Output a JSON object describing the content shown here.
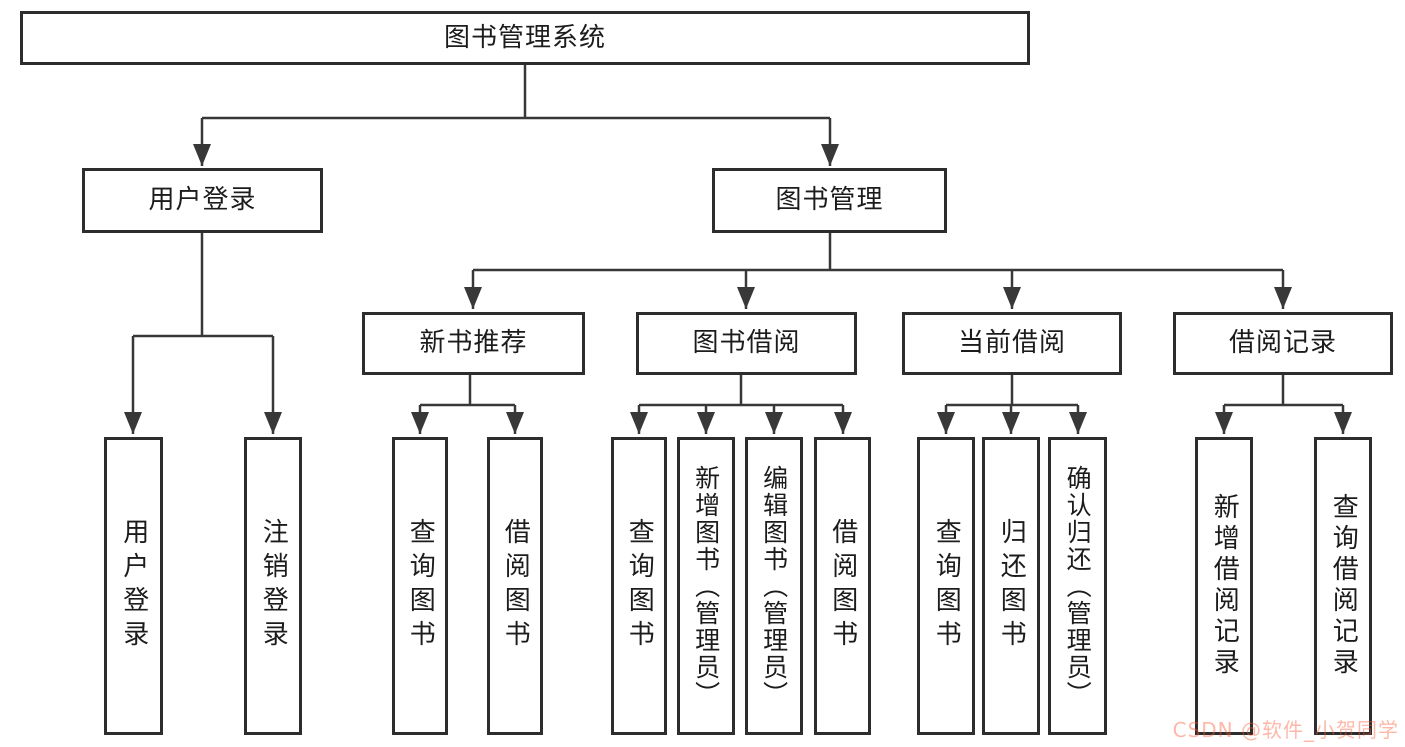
{
  "diagram": {
    "type": "hierarchy",
    "line_color": "#383838",
    "border_color": "#2d2d2d",
    "background_color": "#ffffff",
    "watermark": {
      "text": "CSDN @软件_小贺同学",
      "color": "#fc5531"
    },
    "nodes": {
      "root": {
        "label": "图书管理系统"
      },
      "user_login": {
        "label": "用户登录"
      },
      "book_mgmt": {
        "label": "图书管理"
      },
      "new_book_rec": {
        "label": "新书推荐"
      },
      "book_borrow": {
        "label": "图书借阅"
      },
      "current_borrow": {
        "label": "当前借阅"
      },
      "borrow_records": {
        "label": "借阅记录"
      },
      "login_leaf": {
        "label": "用户登录"
      },
      "logout_leaf": {
        "label": "注销登录"
      },
      "rec_query_books": {
        "label": "查询图书"
      },
      "rec_borrow_books": {
        "label": "借阅图书"
      },
      "bb_query_books": {
        "label": "查询图书"
      },
      "bb_add_books": {
        "label": "新增图书（管理员）"
      },
      "bb_edit_books": {
        "label": "编辑图书（管理员）"
      },
      "bb_borrow_books": {
        "label": "借阅图书"
      },
      "cb_query_books": {
        "label": "查询图书"
      },
      "cb_return_books": {
        "label": "归还图书"
      },
      "cb_confirm_return": {
        "label": "确认归还（管理员）"
      },
      "br_add_record": {
        "label": "新增借阅记录"
      },
      "br_query_record": {
        "label": "查询借阅记录"
      }
    },
    "edges": [
      "图书管理系统→用户登录",
      "图书管理系统→图书管理",
      "用户登录→用户登录",
      "用户登录→注销登录",
      "图书管理→新书推荐",
      "图书管理→图书借阅",
      "图书管理→当前借阅",
      "图书管理→借阅记录",
      "新书推荐→查询图书",
      "新书推荐→借阅图书",
      "图书借阅→查询图书",
      "图书借阅→新增图书（管理员）",
      "图书借阅→编辑图书（管理员）",
      "图书借阅→借阅图书",
      "当前借阅→查询图书",
      "当前借阅→归还图书",
      "当前借阅→确认归还（管理员）",
      "借阅记录→新增借阅记录",
      "借阅记录→查询借阅记录"
    ]
  }
}
